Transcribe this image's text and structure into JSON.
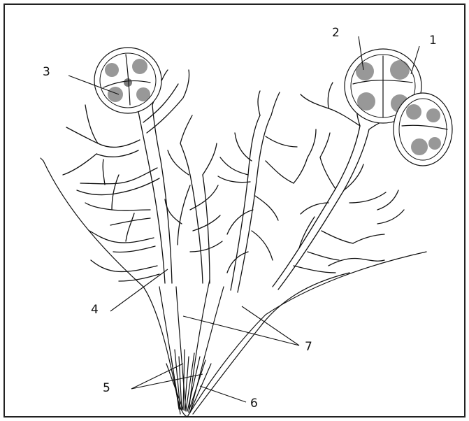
{
  "figure": {
    "labels": [
      {
        "id": "1",
        "text": "1"
      },
      {
        "id": "2",
        "text": "2"
      },
      {
        "id": "3",
        "text": "3"
      },
      {
        "id": "4",
        "text": "4"
      },
      {
        "id": "5",
        "text": "5"
      },
      {
        "id": "6",
        "text": "6"
      },
      {
        "id": "7",
        "text": "7"
      }
    ]
  },
  "colors": {
    "ink": "#111111",
    "background": "#ffffff",
    "border": "#222222"
  }
}
